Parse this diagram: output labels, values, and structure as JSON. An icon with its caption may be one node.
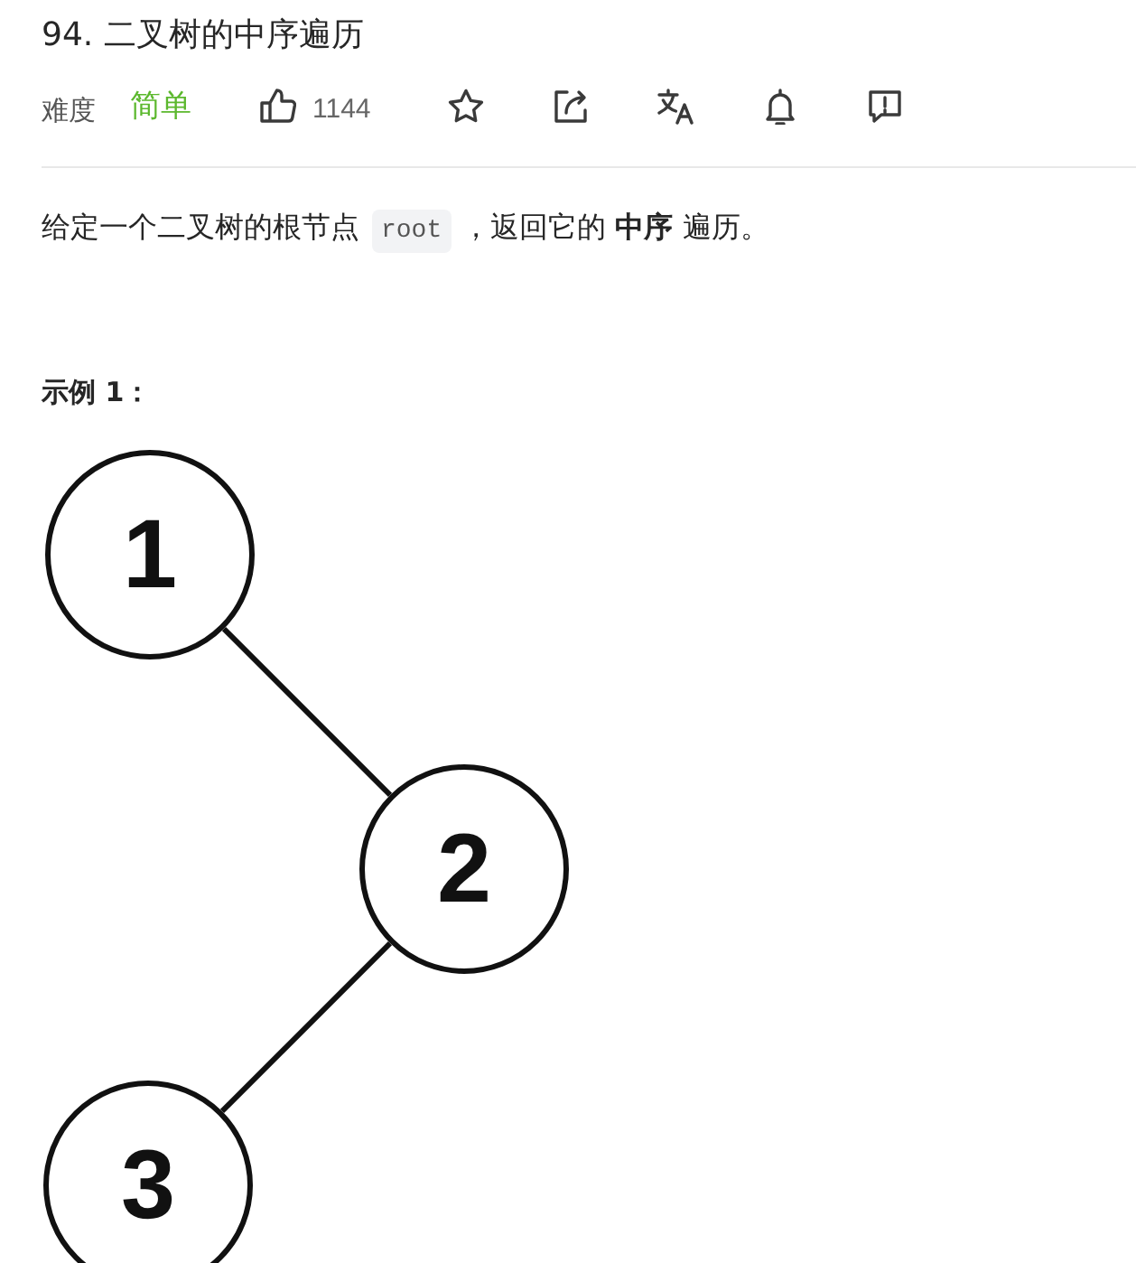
{
  "diagram": {
    "title": "94. 二叉树的中序遍历",
    "nodes": [
      {
        "text": [
          "1"
        ]
      },
      {
        "text": [
          "2"
        ]
      },
      {
        "text": [
          "3"
        ]
      }
    ],
    "edges": [
      {
        "from": 0,
        "to": 1,
        "arrow": "none"
      },
      {
        "from": 1,
        "to": 2,
        "arrow": "none"
      }
    ],
    "labels": [
      "难度",
      "简单",
      "1144",
      "给定一个二叉树的根节点",
      "root",
      "，返回它的 **中序** 遍历。",
      "示例 1："
    ]
  }
}
